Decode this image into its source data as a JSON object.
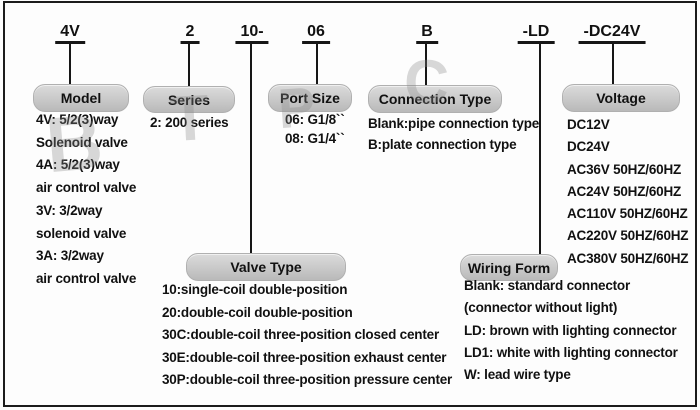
{
  "codes": [
    "4V",
    "2",
    "10-",
    "06",
    "B",
    "-LD",
    "-DC24V"
  ],
  "sections": {
    "model": {
      "title": "Model",
      "items": [
        "4V: 5/2(3)way",
        "Solenoid valve",
        "4A: 5/2(3)way",
        "air control valve",
        "3V: 3/2way",
        "solenoid valve",
        "3A: 3/2way",
        "air control valve"
      ]
    },
    "series": {
      "title": "Series",
      "items": [
        "2: 200 series"
      ]
    },
    "port_size": {
      "title": "Port Size",
      "items": [
        "06: G1/8``",
        "08: G1/4``"
      ]
    },
    "connection_type": {
      "title": "Connection Type",
      "items": [
        "Blank:pipe connection type",
        "B:plate connection type"
      ]
    },
    "voltage": {
      "title": "Voltage",
      "items": [
        "DC12V",
        "DC24V",
        "AC36V 50HZ/60HZ",
        "AC24V 50HZ/60HZ",
        "AC110V 50HZ/60HZ",
        "AC220V 50HZ/60HZ",
        "AC380V 50HZ/60HZ"
      ]
    },
    "valve_type": {
      "title": "Valve Type",
      "items": [
        "10:single-coil double-position",
        "20:double-coil double-position",
        "30C:double-coil three-position closed center",
        "30E:double-coil three-position exhaust center",
        "30P:double-coil three-position pressure center"
      ]
    },
    "wiring_form": {
      "title": "Wiring Form",
      "items": [
        "Blank: standard connector",
        "(connector without light)",
        "LD: brown with lighting connector",
        "LD1: white with lighting connector",
        "W: lead wire type"
      ]
    }
  },
  "watermarks": [
    "B",
    "T",
    "P",
    "C"
  ],
  "colors": {
    "box_fill_top": "#dbdbdb",
    "box_fill_bottom": "#b9b9b9",
    "line": "#161616",
    "text": "#111111",
    "watermark": "#8a8a8a"
  }
}
